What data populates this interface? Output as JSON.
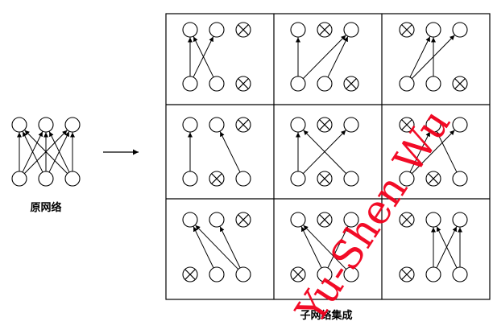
{
  "original_label": "原网络",
  "ensemble_label": "子网络集成",
  "watermark_text": "Yu-Shen Wu",
  "colors": {
    "line": "#000000",
    "node_fill": "#ffffff",
    "watermark": "#f2001c"
  },
  "original_network": {
    "edges": [
      [
        0,
        0
      ],
      [
        0,
        1
      ],
      [
        0,
        2
      ],
      [
        1,
        0
      ],
      [
        1,
        1
      ],
      [
        1,
        2
      ],
      [
        2,
        0
      ],
      [
        2,
        1
      ],
      [
        2,
        2
      ]
    ]
  },
  "subnetworks": [
    {
      "dropped_inputs": [
        2
      ],
      "dropped_outputs": [
        2
      ],
      "edges": [
        [
          0,
          0
        ],
        [
          0,
          1
        ],
        [
          1,
          0
        ]
      ]
    },
    {
      "dropped_inputs": [
        2
      ],
      "dropped_outputs": [
        1
      ],
      "edges": [
        [
          0,
          0
        ],
        [
          0,
          2
        ],
        [
          1,
          2
        ]
      ]
    },
    {
      "dropped_inputs": [
        2
      ],
      "dropped_outputs": [
        0
      ],
      "edges": [
        [
          0,
          1
        ],
        [
          0,
          2
        ],
        [
          1,
          1
        ]
      ]
    },
    {
      "dropped_inputs": [
        1
      ],
      "dropped_outputs": [
        2
      ],
      "edges": [
        [
          0,
          0
        ],
        [
          2,
          1
        ]
      ]
    },
    {
      "dropped_inputs": [
        1
      ],
      "dropped_outputs": [
        1
      ],
      "edges": [
        [
          0,
          0
        ],
        [
          0,
          2
        ],
        [
          2,
          0
        ]
      ]
    },
    {
      "dropped_inputs": [
        1
      ],
      "dropped_outputs": [
        0
      ],
      "edges": [
        [
          0,
          1
        ],
        [
          0,
          2
        ],
        [
          2,
          1
        ]
      ]
    },
    {
      "dropped_inputs": [
        0
      ],
      "dropped_outputs": [
        2
      ],
      "edges": [
        [
          1,
          0
        ],
        [
          2,
          0
        ],
        [
          2,
          1
        ]
      ]
    },
    {
      "dropped_inputs": [
        0
      ],
      "dropped_outputs": [
        1
      ],
      "edges": [
        [
          1,
          0
        ],
        [
          1,
          2
        ],
        [
          2,
          0
        ]
      ]
    },
    {
      "dropped_inputs": [
        0
      ],
      "dropped_outputs": [
        0
      ],
      "edges": [
        [
          1,
          1
        ],
        [
          1,
          2
        ],
        [
          2,
          1
        ],
        [
          2,
          2
        ]
      ]
    }
  ]
}
